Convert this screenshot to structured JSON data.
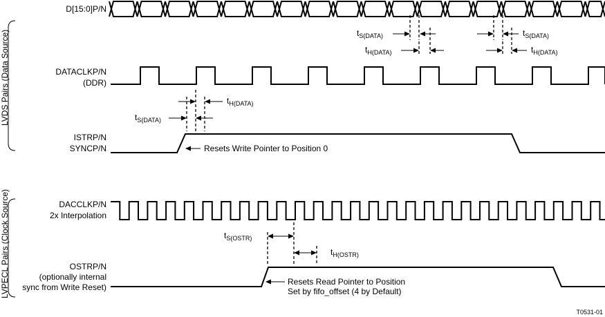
{
  "side_labels": {
    "lvds": "LVDS Pairs (Data Source)",
    "lvpecl": "LVPECL Pairs (Clock Source)"
  },
  "signals": {
    "data_bus": "D[15:0]P/N",
    "dataclk_line1": "DATACLKP/N",
    "dataclk_line2": "(DDR)",
    "istr_line1": "ISTRP/N",
    "istr_line2": "SYNCP/N",
    "dacclk_line1": "DACCLKP/N",
    "dacclk_line2": "2x Interpolation",
    "ostr_line1": "OSTRP/N",
    "ostr_line2": "(optionally internal",
    "ostr_line3": "sync from Write Reset)"
  },
  "timing": {
    "t": "t",
    "setup_data_sub": "S(DATA)",
    "hold_data_sub": "H(DATA)",
    "setup_ostr_sub": "S(OSTR)",
    "hold_ostr_sub": "H(OSTR)"
  },
  "annotations": {
    "write_reset": "Resets Write Pointer to Position 0",
    "read_reset_line1": "Resets Read Pointer to Position",
    "read_reset_line2": "Set by fifo_offset (4 by Default)"
  },
  "figure_id": "T0531-01"
}
